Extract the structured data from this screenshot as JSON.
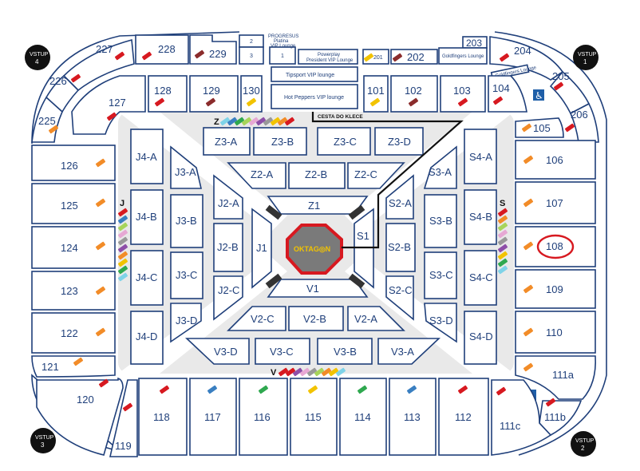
{
  "colors": {
    "section_stroke": "#1f3f7a",
    "floor": "#e9e9e9",
    "octagon": "#d71920",
    "octagon_fill": "#7a7a7a",
    "logo": "#f2c300",
    "highlight": "#d71920"
  },
  "entrances": [
    {
      "name": "vstup-4",
      "line1": "VSTUP",
      "line2": "4"
    },
    {
      "name": "vstup-1",
      "line1": "VSTUP",
      "line2": "1"
    },
    {
      "name": "vstup-3",
      "line1": "VSTUP",
      "line2": "3"
    },
    {
      "name": "vstup-2",
      "line1": "VSTUP",
      "line2": "2"
    }
  ],
  "lounges": {
    "progresus_1": "PROGRESUS",
    "progresus_2": "Platina",
    "progresus_3": "VIP Lounge",
    "box_2": "2",
    "box_3": "3",
    "box_1": "1",
    "powerplay_1": "Powerplay",
    "powerplay_2": "President VIP Lounge",
    "tipsport": "Tipsport VIP lounge",
    "hotpeppers": "Hot Peppers VIP lounge",
    "goldfingers": "Goldfingers Lounge",
    "goldfingers_small": "Goldfingers Lounge"
  },
  "cage_path_label": "CESTA DO KLECE",
  "octagon_label": "OKTAG◎N",
  "side_letters": {
    "z": "Z",
    "v": "V",
    "j": "J",
    "s": "S"
  },
  "highlighted_section": "108",
  "sections": {
    "s227": "227",
    "s228": "228",
    "s229": "229",
    "s201": "201",
    "s202": "202",
    "s203": "203",
    "s204": "204",
    "s226": "226",
    "s225": "225",
    "s127": "127",
    "s128": "128",
    "s129": "129",
    "s130": "130",
    "s101": "101",
    "s102": "102",
    "s103": "103",
    "s104": "104",
    "s205": "205",
    "s206": "206",
    "s105": "105",
    "s126": "126",
    "s125": "125",
    "s124": "124",
    "s123": "123",
    "s122": "122",
    "s121": "121",
    "s120": "120",
    "s119": "119",
    "s106": "106",
    "s107": "107",
    "s108": "108",
    "s109": "109",
    "s110": "110",
    "s111a": "111a",
    "s111b": "111b",
    "s111c": "111c",
    "s118": "118",
    "s117": "117",
    "s116": "116",
    "s115": "115",
    "s114": "114",
    "s113": "113",
    "s112": "112",
    "z3a": "Z3-A",
    "z3b": "Z3-B",
    "z3c": "Z3-C",
    "z3d": "Z3-D",
    "z2a": "Z2-A",
    "z2b": "Z2-B",
    "z2c": "Z2-C",
    "z1": "Z1",
    "v1": "V1",
    "v2c": "V2-C",
    "v2b": "V2-B",
    "v2a": "V2-A",
    "v3d": "V3-D",
    "v3c": "V3-C",
    "v3b": "V3-B",
    "v3a": "V3-A",
    "j4a": "J4-A",
    "j4b": "J4-B",
    "j4c": "J4-C",
    "j4d": "J4-D",
    "j3a": "J3-A",
    "j3b": "J3-B",
    "j3c": "J3-C",
    "j3d": "J3-D",
    "j2a": "J2-A",
    "j2b": "J2-B",
    "j2c": "J2-C",
    "j1": "J1",
    "s4a": "S4-A",
    "s4b": "S4-B",
    "s4c": "S4-C",
    "s4d": "S4-D",
    "s3a": "S3-A",
    "s3b": "S3-B",
    "s3c": "S3-C",
    "s3d": "S3-D",
    "s2a": "S2-A",
    "s2b": "S2-B",
    "s2c": "S2-C",
    "s1": "S1"
  }
}
